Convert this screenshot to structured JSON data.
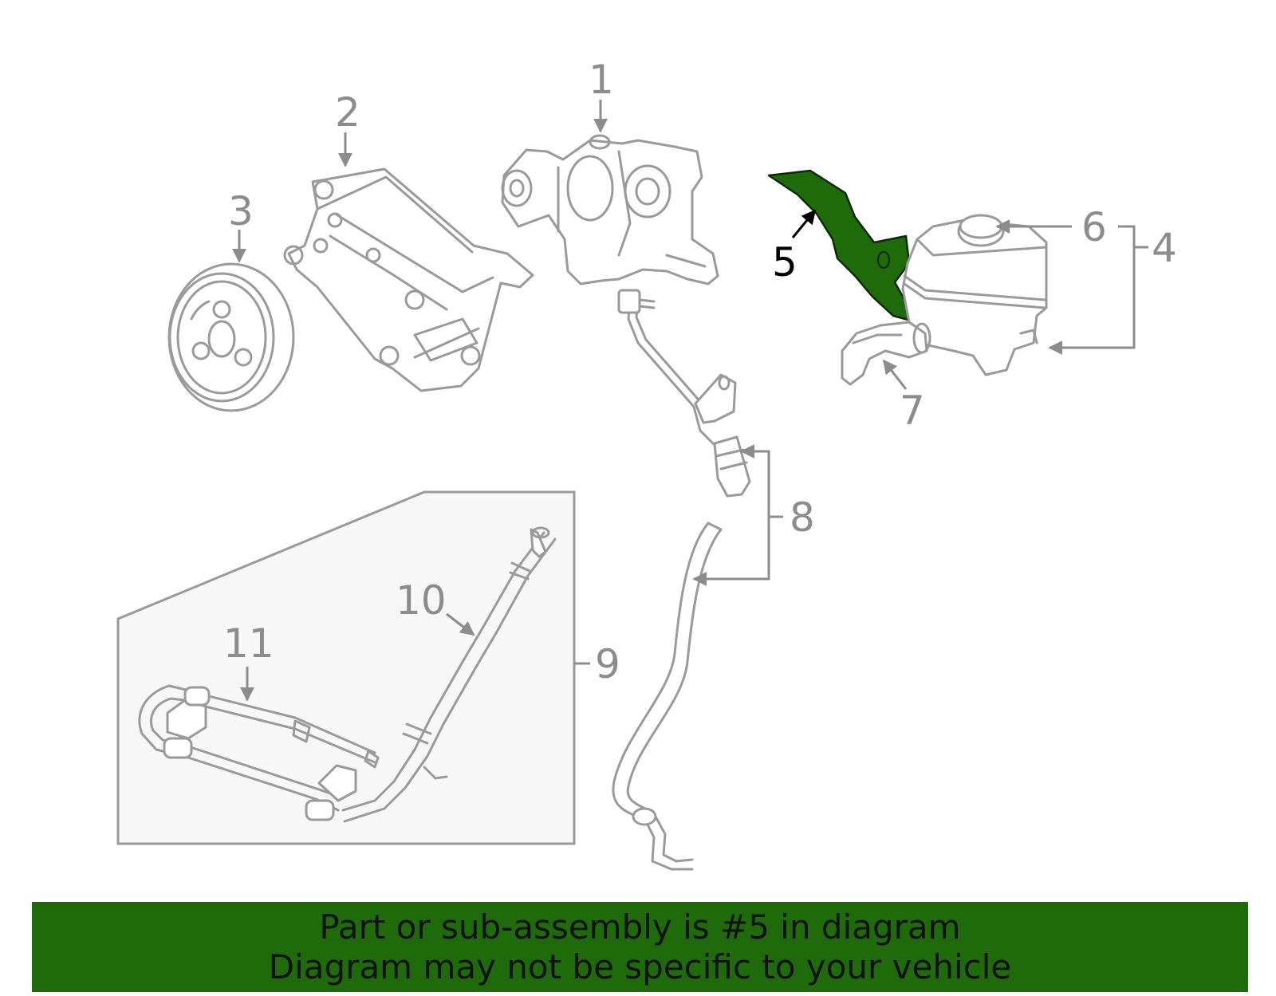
{
  "colors": {
    "highlight": "#1f6b0c",
    "highlight_stroke": "#0b2a05",
    "line_art": "#9a9a9a",
    "banner": "#1f6b0c",
    "inset_box": "#f7f7f7"
  },
  "callouts": {
    "c1": "1",
    "c2": "2",
    "c3": "3",
    "c4": "4",
    "c5": "5",
    "c6": "6",
    "c7": "7",
    "c8": "8",
    "c9": "9",
    "c10": "10",
    "c11": "11"
  },
  "highlighted_part": "5",
  "banner": {
    "line1": "Part or sub-assembly is #5 in diagram",
    "line2": "Diagram may not be specific to your vehicle"
  }
}
